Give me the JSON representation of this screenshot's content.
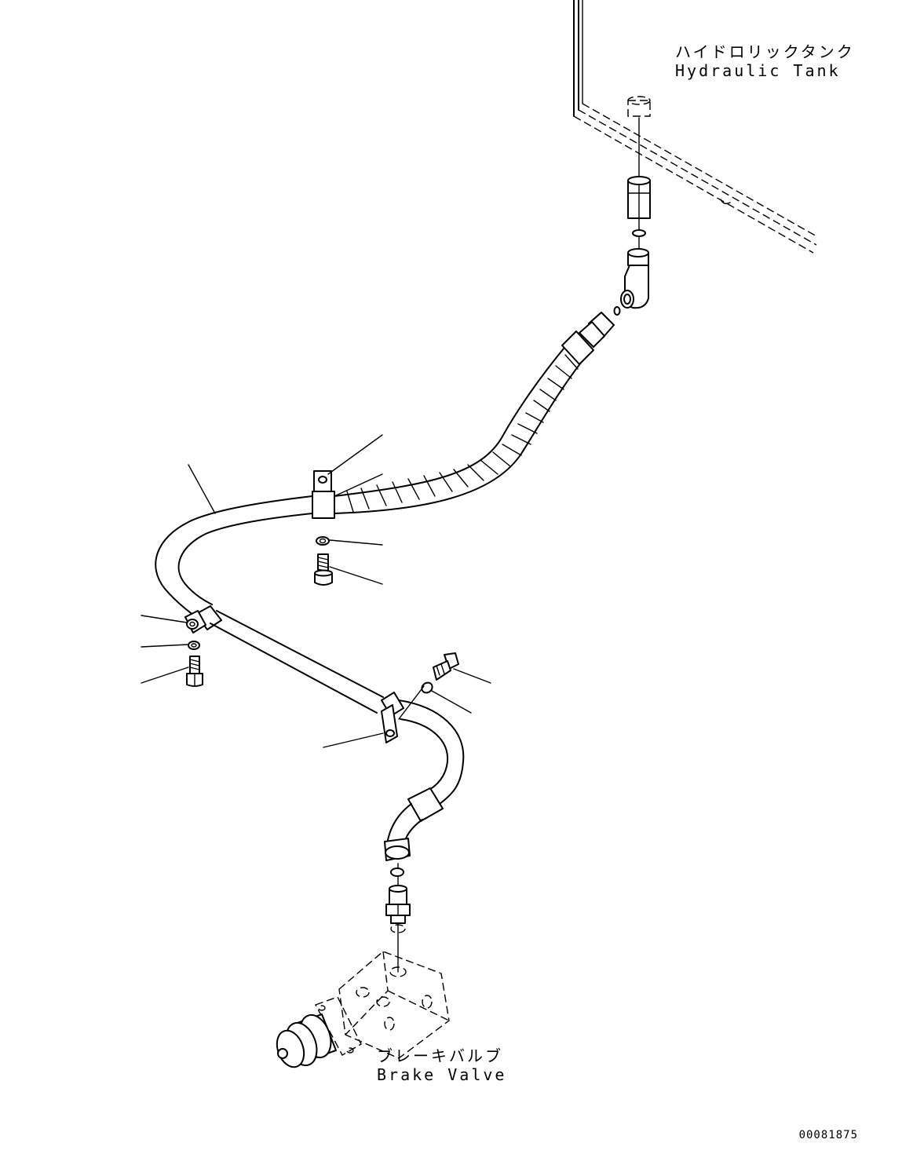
{
  "labels": {
    "hydraulic_tank_jp": "ハイドロリックタンク",
    "hydraulic_tank_en": "Hydraulic Tank",
    "brake_valve_jp": "ブレーキバルブ",
    "brake_valve_en": "Brake Valve"
  },
  "drawing_number": "00081875"
}
